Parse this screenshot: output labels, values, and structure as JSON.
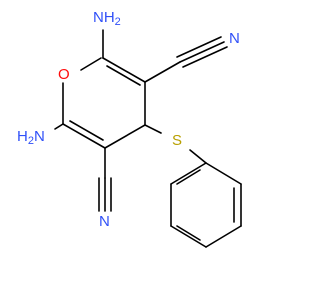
{
  "molecule": {
    "atoms": {
      "nh2_top": {
        "element": "N",
        "label_main": "NH",
        "label_sub": "2"
      },
      "nh2_left": {
        "element": "N",
        "label_main": "NH",
        "label_sub": "2",
        "label_prefix": "H",
        "label_suffix": "N"
      },
      "ring_oxygen": {
        "element": "O",
        "label": "O"
      },
      "sulfur": {
        "element": "S",
        "label": "S"
      },
      "nitrile_n_right": {
        "element": "N",
        "label": "N"
      },
      "nitrile_n_bottom": {
        "element": "N",
        "label": "N"
      }
    }
  },
  "colors": {
    "bond": "#000000",
    "nitrogen": "#3050F8",
    "oxygen": "#FF0D0D",
    "sulfur": "#B8A000",
    "carbon_label": "#000000",
    "background": "#ffffff"
  }
}
